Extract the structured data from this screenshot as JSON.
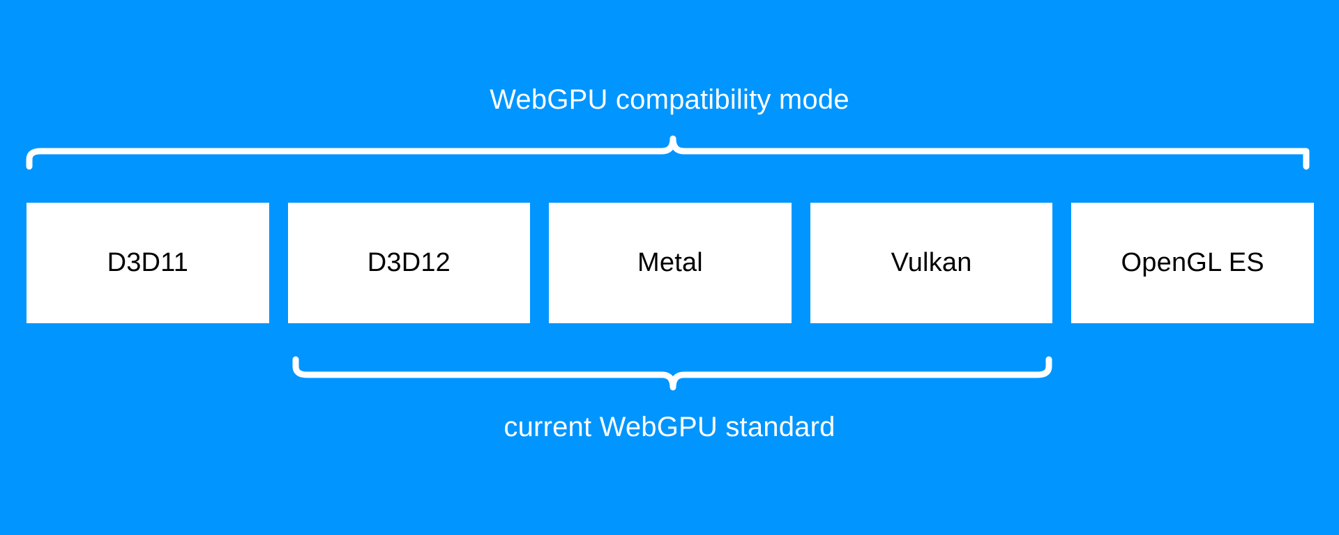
{
  "diagram": {
    "title": "WebGPU compatibility mode",
    "background_color": "#0095ff",
    "box_fill_color": "#ffffff",
    "box_text_color": "#000000",
    "caption_text_color": "#ffffff",
    "top_brace": {
      "label": "WebGPU compatibility mode",
      "covers": [
        "D3D11",
        "D3D12",
        "Metal",
        "Vulkan",
        "OpenGL ES"
      ]
    },
    "bottom_brace": {
      "label": "current WebGPU standard",
      "covers": [
        "D3D12",
        "Metal",
        "Vulkan"
      ]
    },
    "boxes": [
      {
        "label": "D3D11"
      },
      {
        "label": "D3D12"
      },
      {
        "label": "Metal"
      },
      {
        "label": "Vulkan"
      },
      {
        "label": "OpenGL ES"
      }
    ]
  }
}
